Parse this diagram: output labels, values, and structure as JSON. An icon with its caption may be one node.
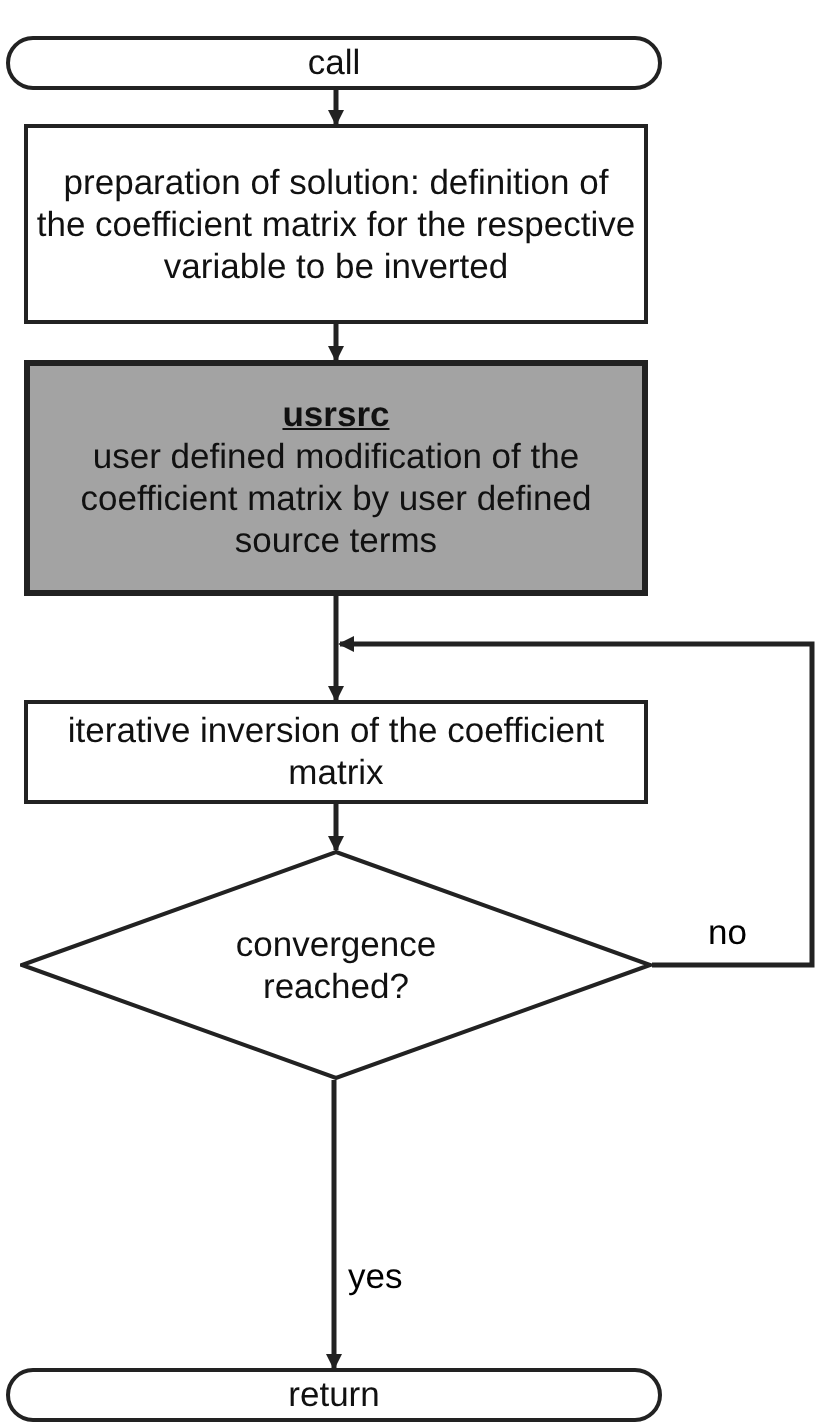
{
  "diagram": {
    "nodes": [
      {
        "text": [
          "call"
        ]
      },
      {
        "text": [
          "preparation of solution: definition of the coefficient matrix for the respective variable to be inverted"
        ]
      },
      {
        "text": [
          "usrsrc",
          "user defined modification of the coefficient matrix by user defined source terms"
        ]
      },
      {
        "text": [
          "iterative inversion of the coefficient matrix"
        ]
      },
      {
        "text": [
          "convergence reached?"
        ]
      },
      {
        "text": [
          "return"
        ]
      }
    ],
    "edges": [
      {
        "from": 0,
        "to": 1,
        "arrow": "to"
      },
      {
        "from": 1,
        "to": 2,
        "arrow": "to"
      },
      {
        "from": 2,
        "to": 3,
        "arrow": "to"
      },
      {
        "from": 3,
        "to": 4,
        "arrow": "to"
      },
      {
        "from": 4,
        "to": 5,
        "arrow": "to",
        "label": "yes"
      },
      {
        "from": 4,
        "to": 3,
        "arrow": "to",
        "label": "no"
      }
    ]
  }
}
